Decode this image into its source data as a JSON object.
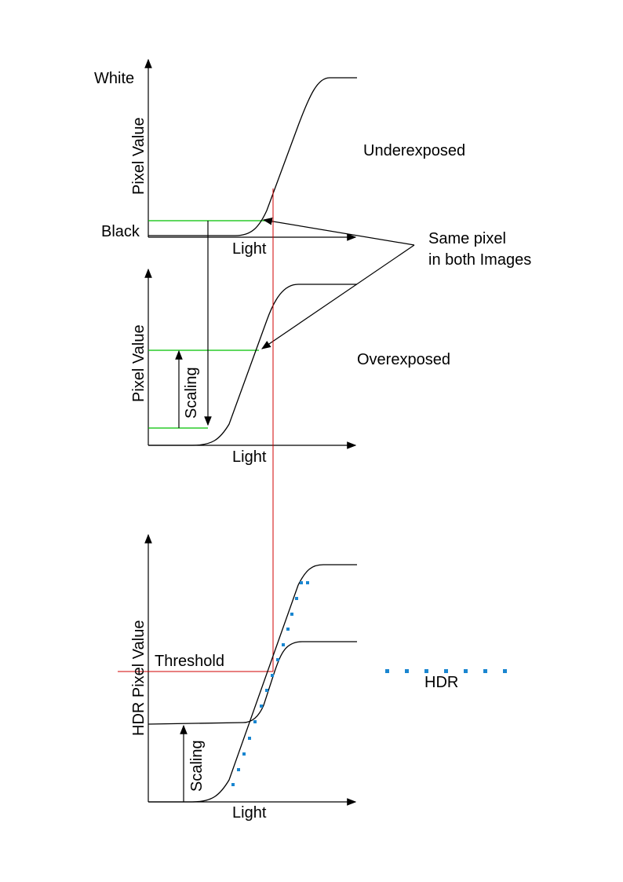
{
  "colors": {
    "curve": "#000000",
    "axis": "#000000",
    "guide_green": "#00c000",
    "threshold_red": "#d00000",
    "hdr_dots": "#1a86d0"
  },
  "panel_top": {
    "label_white": "White",
    "label_black": "Black",
    "y_axis": "Pixel Value",
    "x_axis": "Light",
    "caption": "Underexposed"
  },
  "panel_middle": {
    "y_axis": "Pixel Value",
    "x_axis": "Light",
    "caption": "Overexposed",
    "scaling": "Scaling"
  },
  "annotation": {
    "line1": "Same pixel",
    "line2": "in both Images"
  },
  "panel_bottom": {
    "y_axis": "HDR Pixel Value",
    "x_axis": "Light",
    "threshold": "Threshold",
    "scaling": "Scaling"
  },
  "legend": {
    "label": "HDR"
  }
}
